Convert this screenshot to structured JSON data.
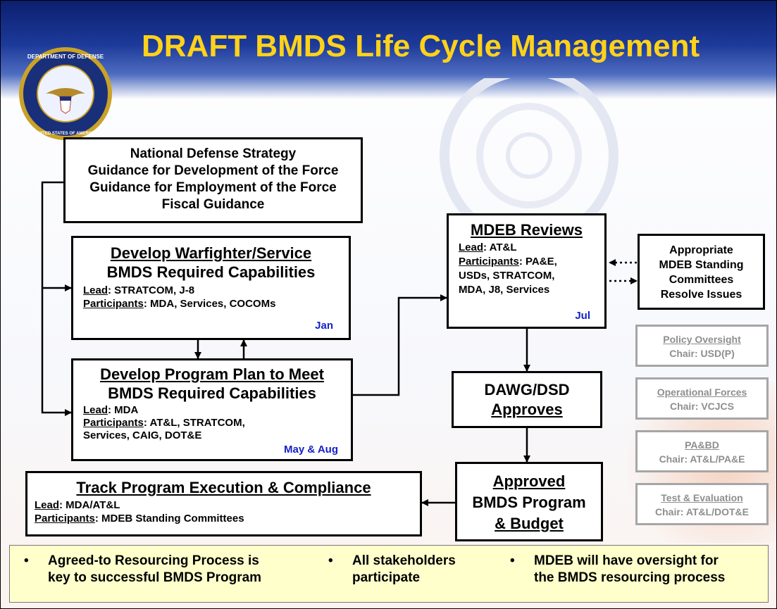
{
  "title": "DRAFT BMDS Life Cycle Management",
  "seal": {
    "top_text": "DEPARTMENT OF DEFENSE",
    "bottom_text": "UNITED STATES OF AMERICA"
  },
  "strategy_box": {
    "lines": [
      "National Defense Strategy",
      "Guidance for Development of the Force",
      "Guidance for Employment of the Force",
      "Fiscal Guidance"
    ]
  },
  "warfighter_box": {
    "title_line1": "Develop Warfighter/Service",
    "title_line2": "BMDS Required Capabilities",
    "lead_label": "Lead",
    "lead_value": ": STRATCOM, J-8",
    "participants_label": "Participants",
    "participants_value": ": MDA, Services, COCOMs",
    "date": "Jan"
  },
  "program_plan_box": {
    "title_line1": "Develop Program Plan to Meet",
    "title_line2": "BMDS Required Capabilities",
    "lead_label": "Lead",
    "lead_value": ": MDA",
    "participants_label": "Participants",
    "participants_value": ": AT&L, STRATCOM,",
    "participants_line2": "Services, CAIG, DOT&E",
    "date": "May & Aug"
  },
  "mdeb_box": {
    "title": "MDEB Reviews",
    "lead_label": "Lead",
    "lead_value": ": AT&L",
    "participants_label": "Participants",
    "participants_value": ": PA&E,",
    "participants_line2": "USDs, STRATCOM,",
    "participants_line3": "MDA, J8, Services",
    "date": "Jul"
  },
  "committees_box": {
    "lines": [
      "Appropriate",
      "MDEB Standing",
      "Committees",
      "Resolve Issues"
    ]
  },
  "dawg_box": {
    "line1": "DAWG/DSD",
    "line2": "Approves"
  },
  "approved_box": {
    "line1": "Approved",
    "line2": "BMDS Program",
    "line3": "& Budget"
  },
  "track_box": {
    "title": "Track Program Execution & Compliance",
    "lead_label": "Lead",
    "lead_value": ": MDA/AT&L",
    "participants_label": "Participants",
    "participants_value": ":  MDEB Standing Committees"
  },
  "committees": [
    {
      "name": "Policy Oversight",
      "chair": "Chair: USD(P)"
    },
    {
      "name": "Operational Forces",
      "chair": "Chair: VCJCS"
    },
    {
      "name": "PA&BD",
      "chair": "Chair: AT&L/PA&E"
    },
    {
      "name": "Test & Evaluation",
      "chair": "Chair: AT&L/DOT&E"
    }
  ],
  "bullets": [
    {
      "line1": "Agreed-to Resourcing Process is",
      "line2": "key to successful BMDS Program"
    },
    {
      "line1": "All stakeholders",
      "line2": "participate"
    },
    {
      "line1": "MDEB will have oversight for",
      "line2": "the BMDS resourcing process"
    }
  ],
  "colors": {
    "title": "#ffd21a",
    "header": "#1d3a9a",
    "date_blue": "#1520c8",
    "grey": "#8e8e8e",
    "bottom_fill": "#ffffcc"
  }
}
